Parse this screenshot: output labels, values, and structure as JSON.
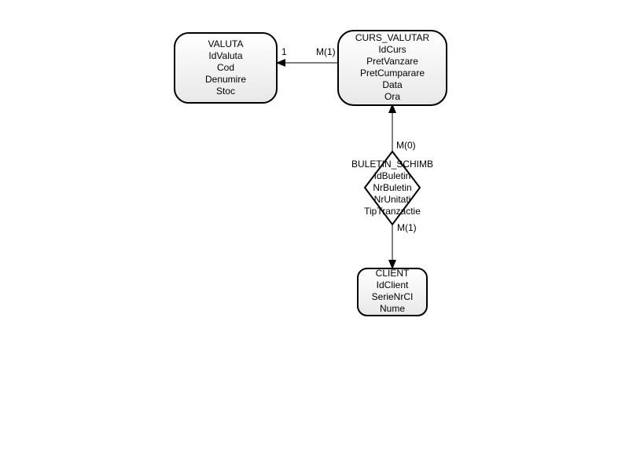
{
  "entities": {
    "valuta": {
      "lines": [
        "VALUTA",
        "IdValuta",
        "Cod",
        "Denumire",
        "Stoc"
      ]
    },
    "curs_valutar": {
      "lines": [
        "CURS_VALUTAR",
        "IdCurs",
        "PretVanzare",
        "PretCumparare",
        "Data",
        "Ora"
      ]
    },
    "client": {
      "lines": [
        "CLIENT",
        "IdClient",
        "SerieNrCI",
        "Nume"
      ]
    }
  },
  "relationship": {
    "buletin_schimb": {
      "lines": [
        "BULETIN_SCHIMB",
        "IdBuletin",
        "NrBuletin",
        "NrUnitati",
        "TipTranzactie"
      ]
    }
  },
  "cardinalities": {
    "valuta_side": "1",
    "curs_side": "M(1)",
    "buletin_to_curs": "M(0)",
    "buletin_to_client": "M(1)"
  },
  "colors": {
    "stroke": "#000000",
    "fill_top": "#ffffff",
    "fill_bottom": "#e8e8e8"
  }
}
